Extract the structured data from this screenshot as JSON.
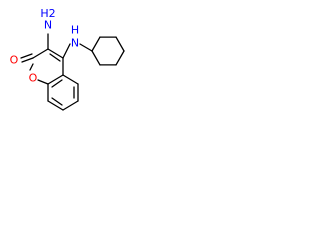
{
  "molecule": {
    "atoms": {
      "amino_n": "N",
      "amino_h2": "H2",
      "nh_n": "N",
      "nh_h": "H",
      "carbonyl_o": "O",
      "ring_o": "O"
    },
    "colors": {
      "bond": "#000000",
      "nitrogen": "#0000ff",
      "oxygen": "#ff0000"
    }
  }
}
